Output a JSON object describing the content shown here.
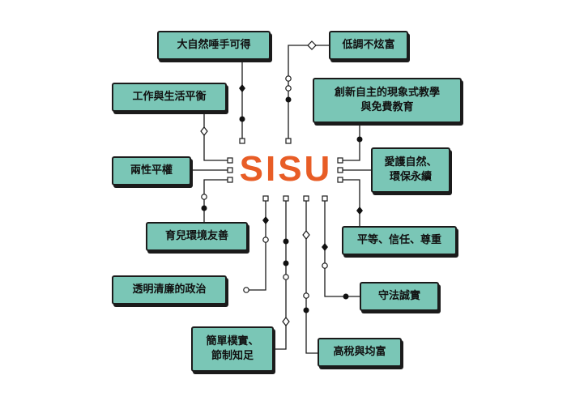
{
  "center": {
    "title": "SISU"
  },
  "values": {
    "nature_light": "大自然唾手可得",
    "low_key": "低調不炫富",
    "work_life": "工作與生活平衡",
    "education": "創新自主的現象式教學與免費教育",
    "gender": "兩性平權",
    "environment": "愛護自然、環保永續",
    "parenting": "育兒環境友善",
    "equality": "平等、信任、尊重",
    "politics": "透明清廉的政治",
    "law": "守法誠實",
    "simple": "簡單樸實、節制知足",
    "tax": "高稅與均富"
  },
  "colors": {
    "box": "#7ac6b6",
    "title": "#e85d26",
    "line": "#1b1b1b"
  }
}
